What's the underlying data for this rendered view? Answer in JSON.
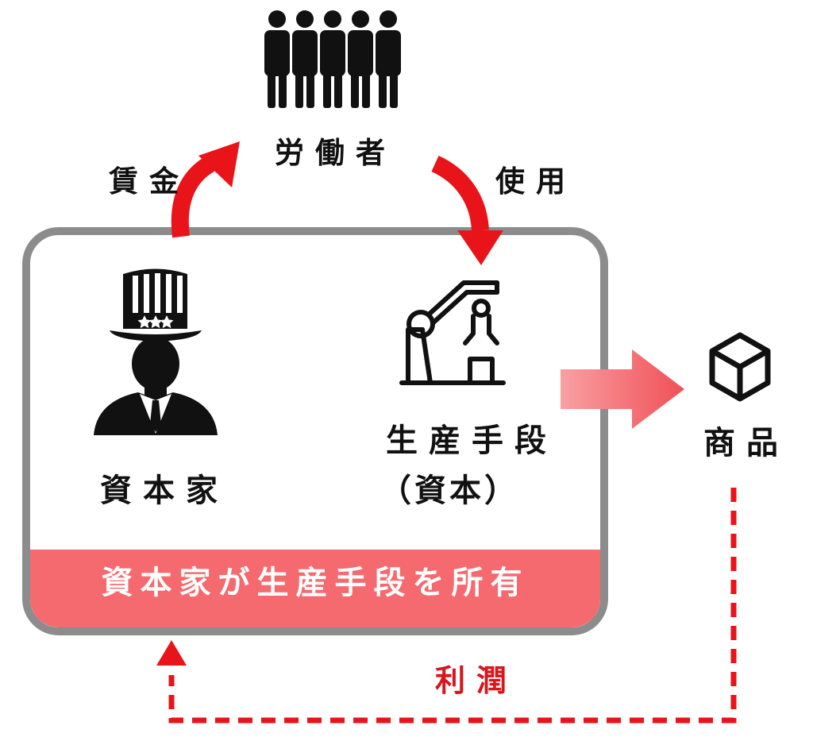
{
  "nodes": {
    "workers": "労働者",
    "capitalist": "資本家",
    "means_of_production": "生産手段",
    "capital_note": "（資本）",
    "commodity": "商品"
  },
  "edges": {
    "wage": "賃金",
    "use": "使用",
    "profit": "利潤"
  },
  "banner": {
    "text": "資本家が生産手段を所有"
  },
  "colors": {
    "arrow_red": "#e8141a",
    "banner_pink": "#f46a6e",
    "box_border": "#8c8c8c",
    "profit_text": "#d9141a",
    "icon_black": "#111111"
  },
  "icons": [
    "workers-group-icon",
    "capitalist-top-hat-icon",
    "robot-arm-icon",
    "cube-box-icon"
  ]
}
